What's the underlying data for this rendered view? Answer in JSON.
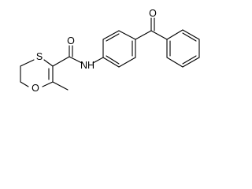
{
  "atoms": {
    "sulfur": "S",
    "carbonyl_oxygen": "O",
    "amide_nitrogen": "NH",
    "ring_oxygen": "O",
    "ketone_oxygen": "O"
  },
  "colors": {
    "bond": "#000000",
    "label": "#000000",
    "background": "#ffffff"
  }
}
